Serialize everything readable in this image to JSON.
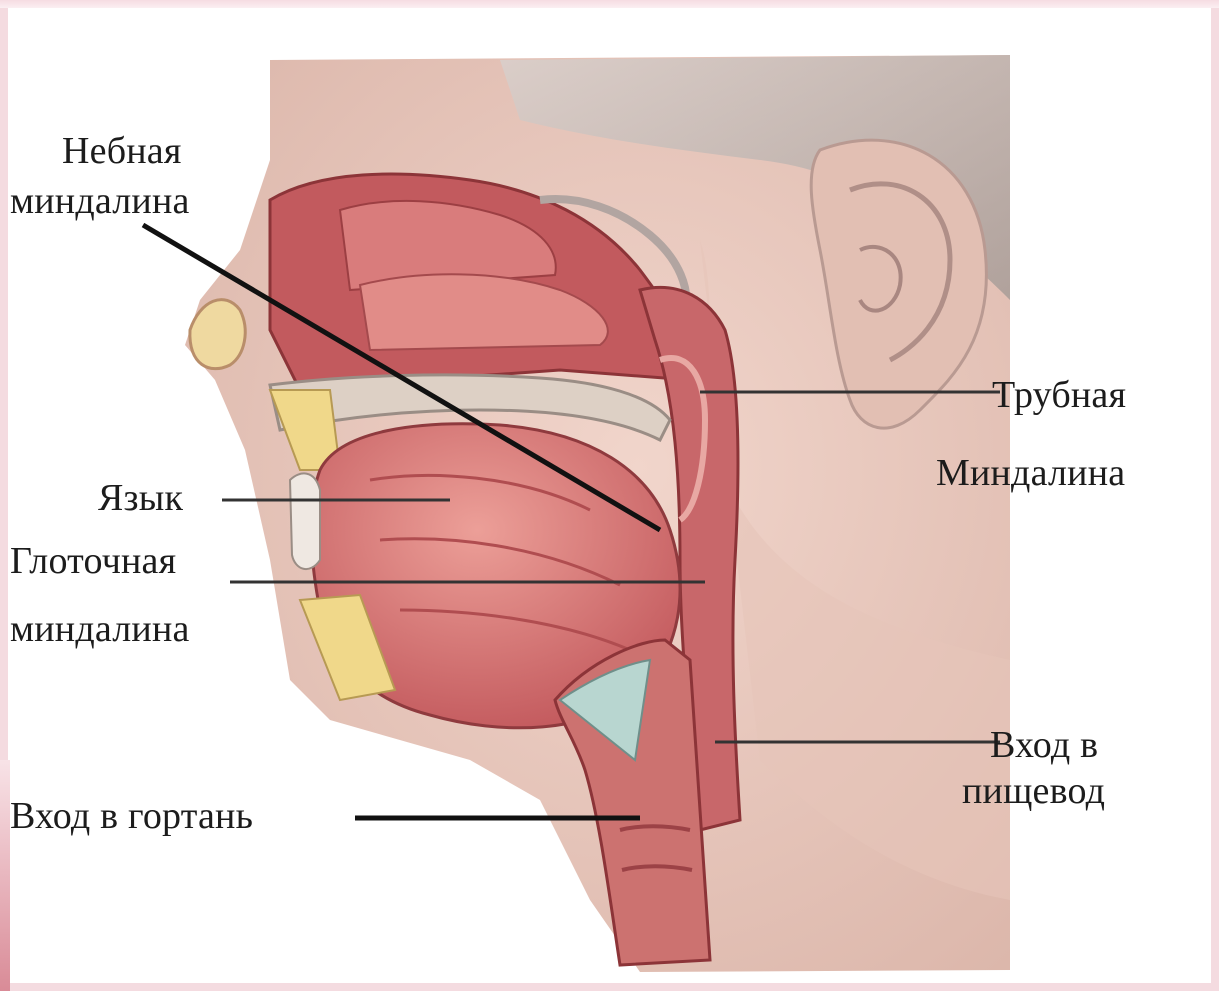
{
  "labels": {
    "palatine_tonsil": {
      "line1": "Небная",
      "line2": "миндалина"
    },
    "tubal_tonsil": {
      "line1": "Трубная",
      "line2": "Миндалина"
    },
    "tongue": "Язык",
    "pharyngeal_tonsil": {
      "line1": "Глоточная",
      "line2": "миндалина"
    },
    "esophagus_entrance": {
      "line1": "Вход в",
      "line2": "пищевод"
    },
    "larynx_entrance": "Вход в гортань"
  },
  "colors": {
    "skin": "#e9c9be",
    "shadow": "#b9aca7",
    "tissue_dark": "#a8454a",
    "tissue_mid": "#c9666a",
    "tissue_light": "#e59a97",
    "fat": "#f0d88a",
    "cartilage": "#b8d6d0",
    "frame_pink": "#f4dbe0"
  }
}
